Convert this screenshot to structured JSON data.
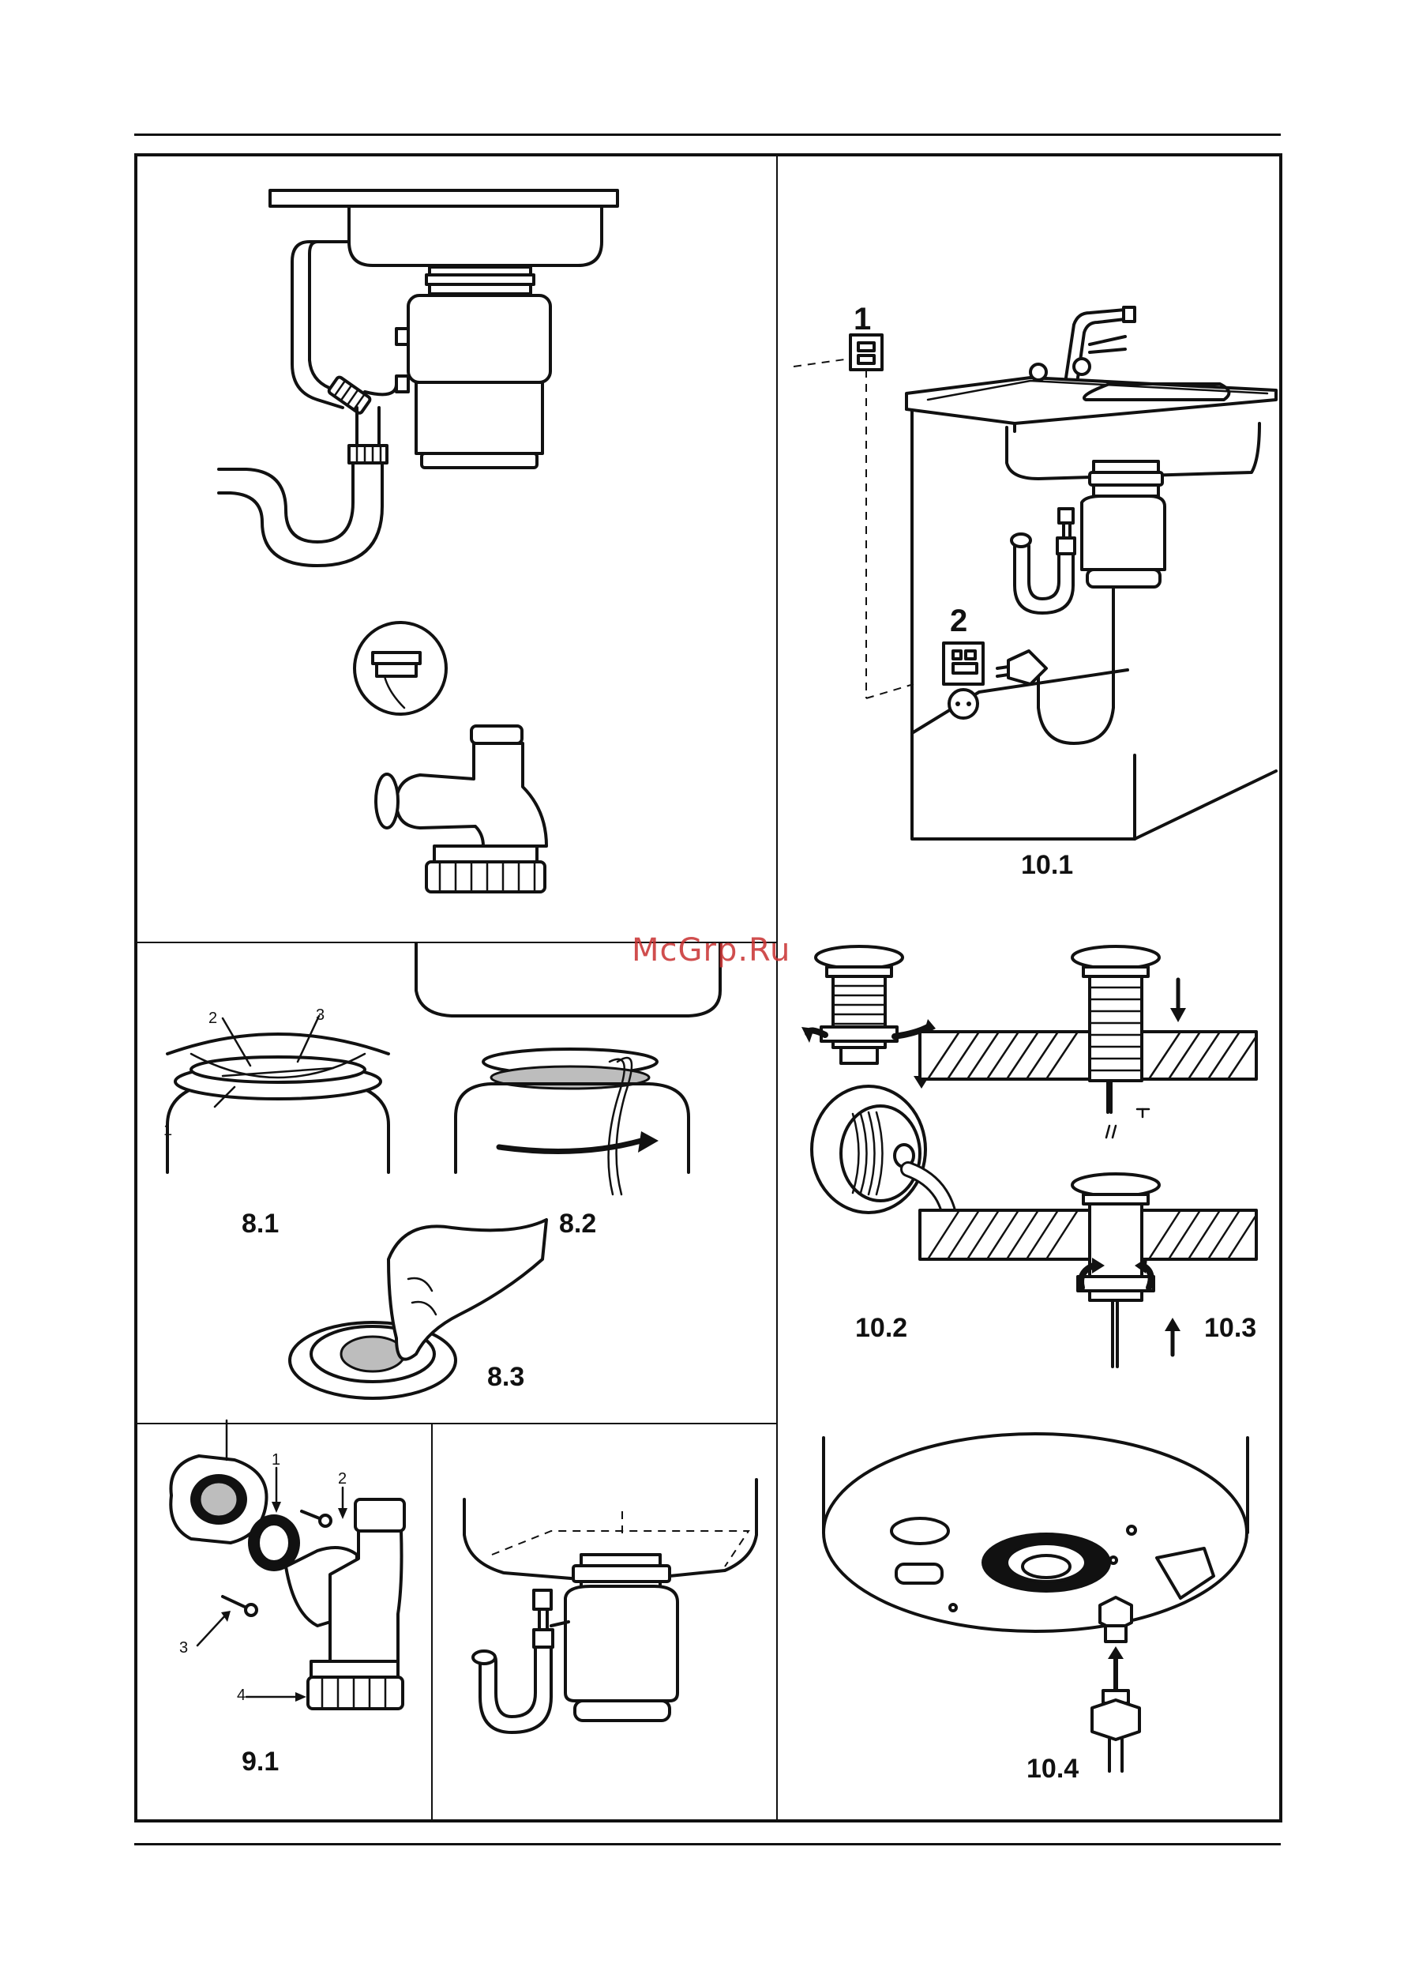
{
  "watermark": "McGrp.Ru",
  "figures": {
    "fig_8_1": {
      "label": "8.1",
      "callouts": [
        "1",
        "2",
        "3"
      ]
    },
    "fig_8_2": {
      "label": "8.2"
    },
    "fig_8_3": {
      "label": "8.3"
    },
    "fig_9_1": {
      "label": "9.1",
      "callouts": [
        "1",
        "2",
        "3",
        "4"
      ]
    },
    "fig_10_1": {
      "label": "10.1",
      "callouts": [
        "1",
        "2"
      ]
    },
    "fig_10_2": {
      "label": "10.2"
    },
    "fig_10_3": {
      "label": "10.3"
    },
    "fig_10_4": {
      "label": "10.4"
    }
  }
}
